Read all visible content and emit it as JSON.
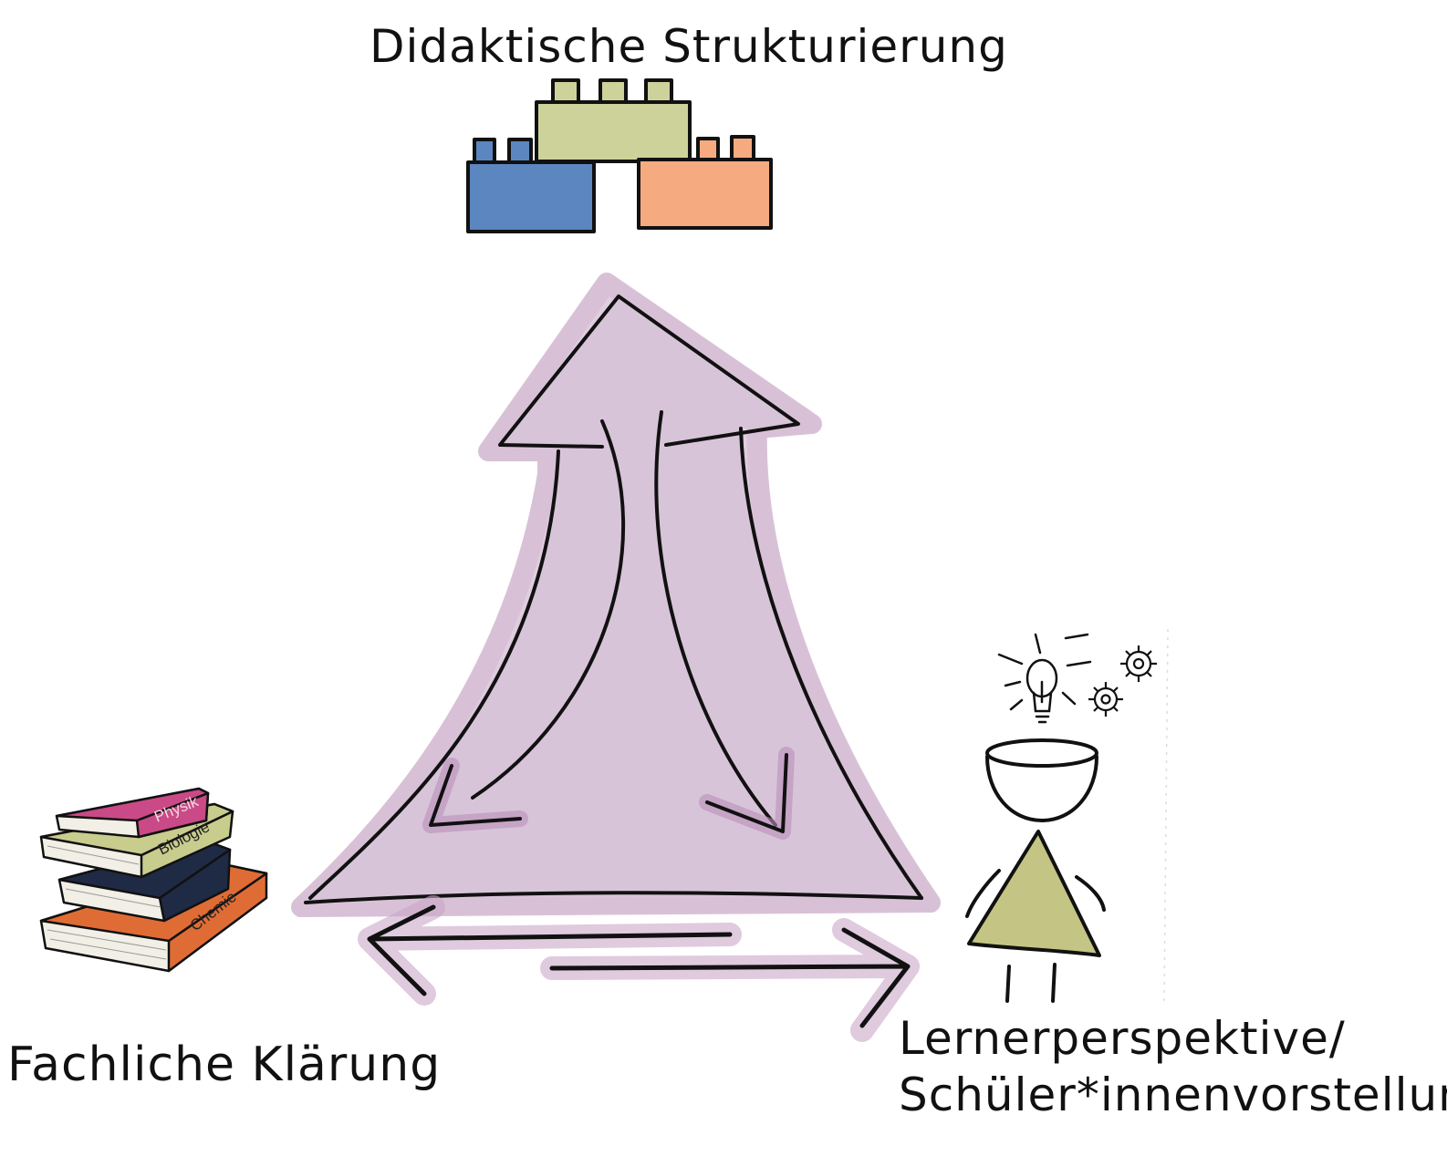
{
  "nodes": {
    "top": {
      "label": "Didaktische Strukturierung"
    },
    "left": {
      "label": "Fachliche Klärung"
    },
    "right": {
      "label_line1": "Lernerperspektive/",
      "label_line2": "Schüler*innenvorstellung"
    }
  },
  "books": {
    "spines": [
      "Physik",
      "Biologie",
      "Chemie"
    ]
  },
  "icons": [
    "lego-blocks-icon",
    "book-stack-icon",
    "lightbulb-icon",
    "gear-icon",
    "person-icon"
  ],
  "colors": {
    "arrow_fill": "#d8c4d9",
    "arrow_shadow": "#b98fb8",
    "block_blue": "#5b86c0",
    "block_green": "#cdd29a",
    "block_orange": "#f6aa80",
    "book_pink": "#c94a86",
    "book_green": "#c8cc8c",
    "book_navy": "#1f2a45",
    "book_orange": "#e06c35",
    "person_body": "#c4c585"
  }
}
